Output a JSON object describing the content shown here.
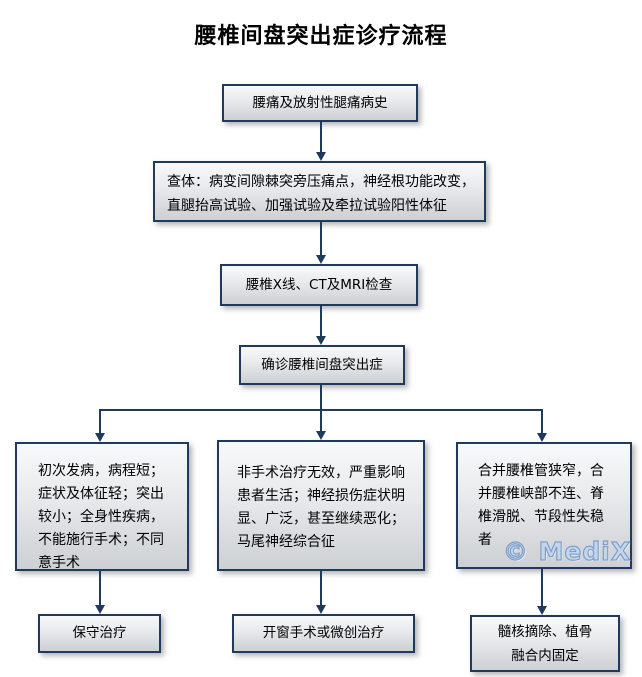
{
  "title": "腰椎间盘突出症诊疗流程",
  "watermark": "© MediX",
  "nodes": {
    "history": "腰痛及放射性腿痛病史",
    "exam": "查体：病变间隙棘突旁压痛点，神经根功能改变，直腿抬高试验、加强试验及牵拉试验阳性体征",
    "imaging": "腰椎X线、CT及MRI检查",
    "diagnosis": "确诊腰椎间盘突出症",
    "conservative_criteria": "初次发病，病程短；症状及体征轻；突出较小；全身性疾病，不能施行手术；不同意手术",
    "surgical_criteria": "非手术治疗无效，严重影响患者生活；神经损伤症状明显、广泛，甚至继续恶化；马尾神经综合征",
    "fusion_criteria": "合并腰椎管狭窄，合并腰椎峡部不连、脊椎滑脱、节段性失稳者",
    "conservative_treatment": "保守治疗",
    "surgical_treatment": "开窗手术或微创治疗",
    "fusion_treatment": "髓核摘除、植骨融合内固定"
  },
  "colors": {
    "border": "#1f3a5c",
    "connector": "#1f3a5c",
    "box_gradient_start": "#f8f9fa",
    "box_gradient_end": "#cdd0d4",
    "watermark_fill": "#c4d6ec",
    "watermark_outline": "#7da0cb"
  }
}
